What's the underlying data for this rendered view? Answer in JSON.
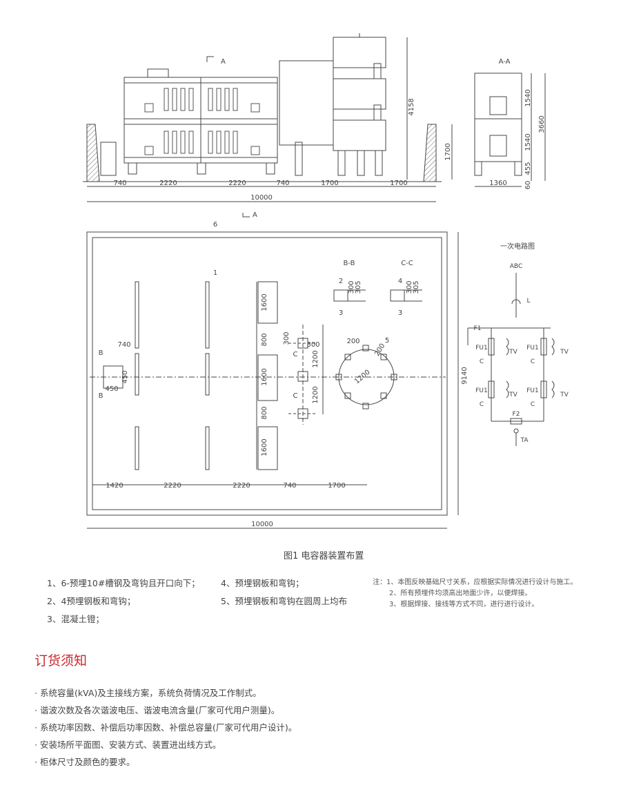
{
  "elevation": {
    "section_mark": "A",
    "section_title": "A-A",
    "dims": {
      "d740": "740",
      "d2220": "2220",
      "d1700": "1700",
      "d10000": "10000",
      "d4158": "4158",
      "d1540": "1540",
      "d3660": "3660",
      "d455": "455",
      "d60": "60",
      "d1360": "1360"
    }
  },
  "plan": {
    "label_6": "6",
    "label_1": "1",
    "label_5": "5",
    "label_2": "2",
    "label_3": "3",
    "label_4": "4",
    "bb_title": "B-B",
    "cc_title": "C-C",
    "b": "B",
    "c": "C",
    "d300": "300",
    "d305": "305",
    "d200": "200",
    "d450": "450",
    "d740": "740",
    "d1600": "1600",
    "d800": "800",
    "d1200": "1200",
    "d1420": "1420",
    "d2220": "2220",
    "d1700": "1700",
    "d9140": "9140",
    "d10000": "10000"
  },
  "circuit": {
    "title": "一次电路图",
    "abc": "ABC",
    "l": "L",
    "f1": "F1",
    "f2": "F2",
    "fu1": "FU1",
    "tv": "TV",
    "c": "C",
    "ta": "TA"
  },
  "figure_caption": "图1 电容器装置布置",
  "legend": [
    "1、6-预埋10#槽钢及弯钩且开口向下；",
    "2、4预埋钢板和弯钩；",
    "3、混凝土镫；",
    "4、预埋钢板和弯钩；",
    "5、预埋钢板和弯钩在圆周上均布"
  ],
  "notes": [
    "注：1、本图反映基础尺寸关系，应根据实际情况进行设计与施工。",
    "2、所有预埋件均须高出地面少许，以便焊接。",
    "3、根据焊接、接线等方式不同，进行进行设计。"
  ],
  "order": {
    "title": "订货须知",
    "items": [
      "· 系统容量(kVA)及主接线方案，系统负荷情况及工作制式。",
      "· 谐波次数及各次谐波电压、谐波电流含量(厂家可代用户测量)。",
      "· 系统功率因数、补偿后功率因数、补偿总容量(厂家可代用户设计)。",
      "· 安装场所平面图、安装方式、装置进出线方式。",
      "· 柜体尺寸及颜色的要求。"
    ]
  }
}
